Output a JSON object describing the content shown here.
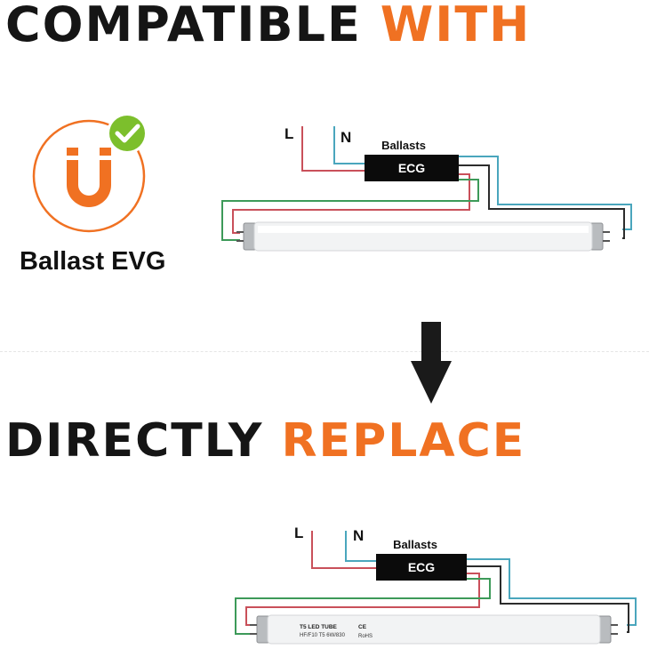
{
  "heading_top": {
    "dark": "COMPATIBLE",
    "accent": "WITH"
  },
  "badge": {
    "label": "Ballast EVG",
    "icon": "u-magnet-icon",
    "check_icon": "check-icon"
  },
  "diagram_top": {
    "live": "L",
    "neutral": "N",
    "ballast_title": "Ballasts",
    "ballast_box": "ECG"
  },
  "heading_bottom": {
    "dark": "DIRECTLY",
    "accent": "REPLACE"
  },
  "diagram_bottom": {
    "live": "L",
    "neutral": "N",
    "ballast_title": "Ballasts",
    "ballast_box": "ECG",
    "tube_text_1": "T5 LED TUBE",
    "tube_text_2": "HF/F10 T5 6W/830",
    "tube_marks": "CE",
    "tube_rohs": "RoHS"
  },
  "colors": {
    "accent": "#f07122",
    "check_green": "#7cbf2c",
    "live_wire": "#c9505a",
    "neutral_wire": "#4aa6bd",
    "green_wire": "#3d9a59",
    "dark_wire": "#2c2c2c"
  }
}
